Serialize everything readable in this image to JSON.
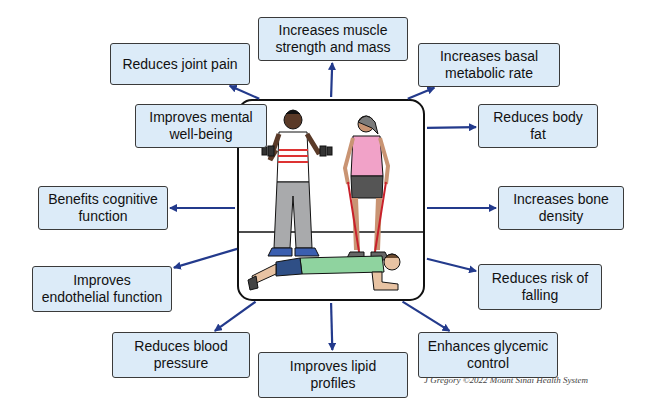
{
  "diagram": {
    "nodes": [
      {
        "text": [
          "Increases muscle strength and mass"
        ]
      },
      {
        "text": [
          "Reduces joint pain"
        ]
      },
      {
        "text": [
          "Increases basal metabolic rate"
        ]
      },
      {
        "text": [
          "Improves mental well-being"
        ]
      },
      {
        "text": [
          "Reduces body fat"
        ]
      },
      {
        "text": [
          "Benefits cognitive function"
        ]
      },
      {
        "text": [
          "Increases bone density"
        ]
      },
      {
        "text": [
          "Improves endothelial function"
        ]
      },
      {
        "text": [
          "Reduces risk of falling"
        ]
      },
      {
        "text": [
          "Reduces blood pressure"
        ]
      },
      {
        "text": [
          "Enhances glycemic control"
        ]
      },
      {
        "text": [
          "Improves lipid profiles"
        ]
      }
    ],
    "labels": [
      "J Gregory ©2022 Mount Sinai Health System"
    ]
  }
}
